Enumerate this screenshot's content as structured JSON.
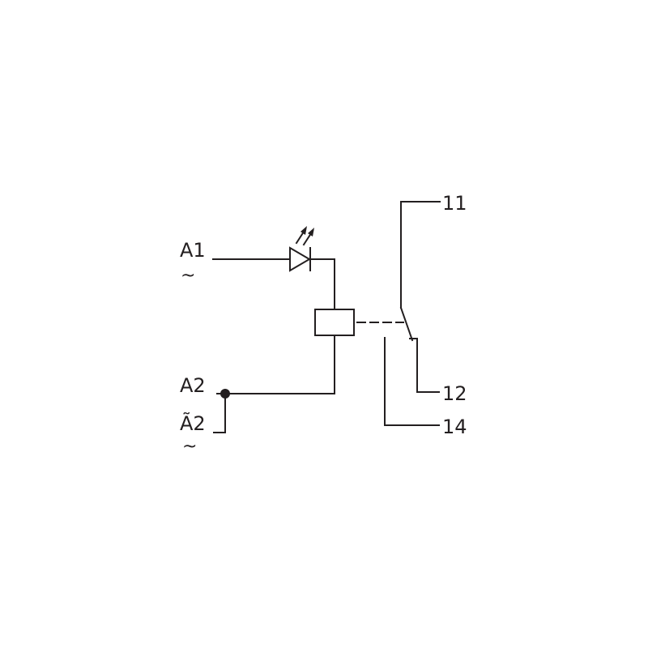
{
  "terminals": {
    "a1": "A1",
    "a1_ac": "~",
    "a2": "A2",
    "a2_alt": "Ã2",
    "a2_ac": "~",
    "c11": "11",
    "c12": "12",
    "c14": "14"
  },
  "colors": {
    "line": "#231f20",
    "background": "#ffffff"
  }
}
